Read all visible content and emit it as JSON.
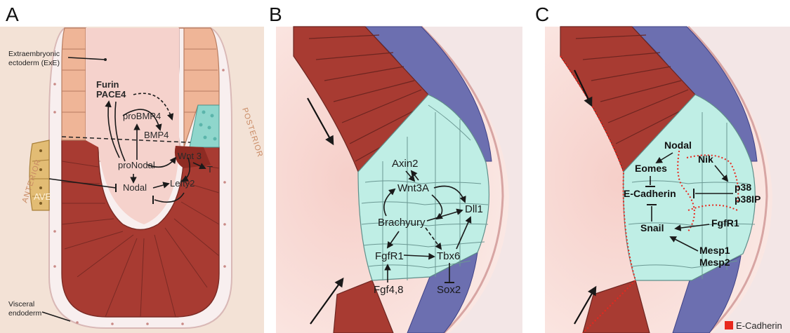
{
  "panels": [
    {
      "letter": "A"
    },
    {
      "letter": "B"
    },
    {
      "letter": "C"
    }
  ],
  "panel_a": {
    "exe_line1": "Extraembryonic",
    "exe_line2": "ectoderm (ExE)",
    "furin": "Furin",
    "pace4": "PACE4",
    "probmp4": "proBMP4",
    "bmp4": "BMP4",
    "pronodal": "proNodal",
    "wnt3": "Wnt 3",
    "t": "T",
    "nodal": "Nodal",
    "lefty2": "Lefty2",
    "anterior": "ANTERIOR",
    "posterior": "POSTERIOR",
    "ave": "AVE",
    "visceral_line1": "Visceral",
    "visceral_line2": "endoderm"
  },
  "panel_b": {
    "axin2": "Axin2",
    "wnt3a": "Wnt3A",
    "dll1": "Dll1",
    "brachyury": "Brachyury",
    "fgfr1": "FgfR1",
    "tbx6": "Tbx6",
    "fgf48": "Fgf4,8",
    "sox2": "Sox2"
  },
  "panel_c": {
    "nodal": "Nodal",
    "nik": "Nik",
    "eomes": "Eomes",
    "ecadherin": "E-Cadherin",
    "p38": "p38",
    "p38ip": "p38IP",
    "snail": "Snail",
    "fgfr1": "FgfR1",
    "mesp1": "Mesp1",
    "mesp2": "Mesp2",
    "legend_label": "E-Cadherin",
    "legend_color": "#e8281e"
  },
  "colors": {
    "ectoderm_dark": "#a83b32",
    "ectoderm_light": "#efb597",
    "mesoderm": "#bfeee5",
    "endoderm_blue": "#6c6fb0",
    "cavity": "#f5d2cc",
    "ave": "#e2bc74"
  }
}
